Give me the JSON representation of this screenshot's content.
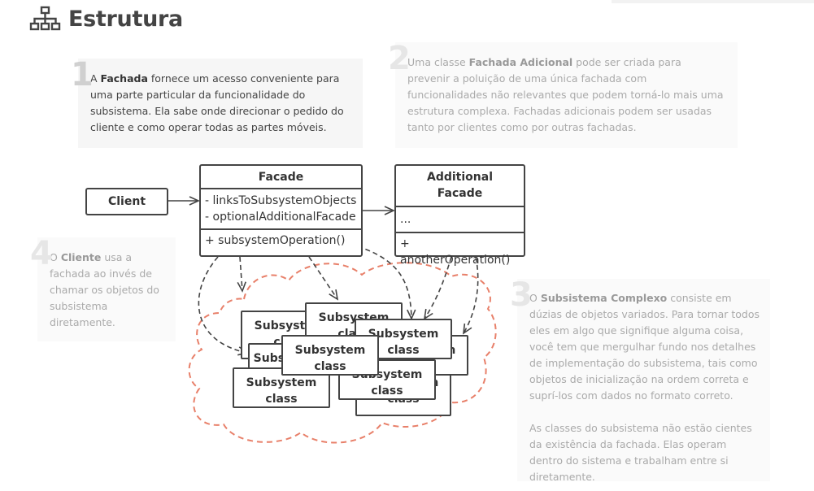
{
  "header": {
    "title": "Estrutura",
    "icon": "structure-hierarchy-icon"
  },
  "notes": {
    "n1": {
      "num": "1",
      "pre": "A ",
      "bold": "Fachada",
      "post": " fornece um acesso conveniente para uma parte particular da funcionalidade do subsistema. Ela sabe onde direcionar o pedido do cliente e como operar todas as partes móveis."
    },
    "n2": {
      "num": "2",
      "pre": "Uma classe ",
      "bold": "Fachada Adicional",
      "post": " pode ser criada para prevenir a poluição de uma única fachada com funcionalidades não relevantes que podem torná-lo mais uma estrutura complexa. Fachadas adicionais podem ser usadas tanto por clientes como por outras fachadas."
    },
    "n3": {
      "num": "3",
      "pre": "O ",
      "bold": "Subsistema Complexo",
      "post": " consiste em dúzias de objetos variados. Para tornar todos eles em algo que signifique alguma coisa, você tem que mergulhar fundo nos detalhes de implementação do subsistema, tais como objetos de inicialização na ordem correta e suprí-los com dados no formato correto.",
      "para2": "As classes do subsistema não estão cientes da existência da fachada. Elas operam dentro do sistema e trabalham entre si diretamente."
    },
    "n4": {
      "num": "4",
      "pre": "O ",
      "bold": "Cliente",
      "post": " usa a fachada ao invés de chamar os objetos do subsistema diretamente."
    }
  },
  "diagram": {
    "client": "Client",
    "facade": {
      "name": "Facade",
      "fields": [
        "- linksToSubsystemObjects",
        "- optionalAdditionalFacade"
      ],
      "methods": [
        "+ subsystemOperation()"
      ]
    },
    "additional_facade": {
      "name_line1": "Additional",
      "name_line2": "Facade",
      "fields": [
        "..."
      ],
      "methods": [
        "+ anotherOperation()"
      ]
    },
    "subsystem_line1": "Subsystem",
    "subsystem_line2": "class"
  },
  "colors": {
    "cloud": "#e8806a",
    "stroke": "#444444",
    "note_bg": "#f6f6f6"
  }
}
